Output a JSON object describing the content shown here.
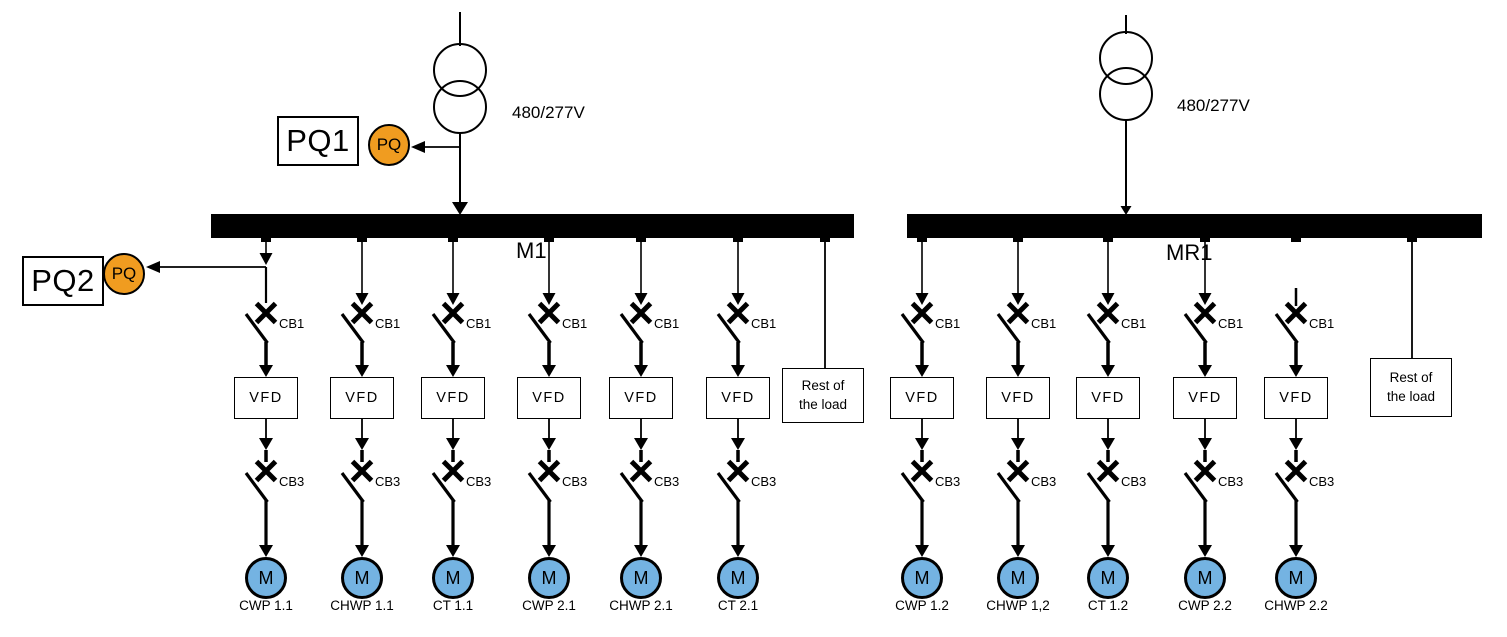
{
  "diagram": {
    "transformers": [
      {
        "id": "left-transformer",
        "voltage_label": "480/277V"
      },
      {
        "id": "right-transformer",
        "voltage_label": "480/277V"
      }
    ],
    "pq_meters": [
      {
        "box_label": "PQ1",
        "circle_label": "PQ"
      },
      {
        "box_label": "PQ2",
        "circle_label": "PQ"
      }
    ],
    "buses": [
      {
        "name": "M1",
        "rest_of_load_label": "Rest of the load",
        "feeders": [
          {
            "breaker_top": "CB1",
            "drive": "VFD",
            "breaker_bottom": "CB3",
            "motor_symbol": "M",
            "load_name": "CWP 1.1"
          },
          {
            "breaker_top": "CB1",
            "drive": "VFD",
            "breaker_bottom": "CB3",
            "motor_symbol": "M",
            "load_name": "CHWP 1.1"
          },
          {
            "breaker_top": "CB1",
            "drive": "VFD",
            "breaker_bottom": "CB3",
            "motor_symbol": "M",
            "load_name": "CT 1.1"
          },
          {
            "breaker_top": "CB1",
            "drive": "VFD",
            "breaker_bottom": "CB3",
            "motor_symbol": "M",
            "load_name": "CWP 2.1"
          },
          {
            "breaker_top": "CB1",
            "drive": "VFD",
            "breaker_bottom": "CB3",
            "motor_symbol": "M",
            "load_name": "CHWP 2.1"
          },
          {
            "breaker_top": "CB1",
            "drive": "VFD",
            "breaker_bottom": "CB3",
            "motor_symbol": "M",
            "load_name": "CT 2.1"
          }
        ]
      },
      {
        "name": "MR1",
        "rest_of_load_label": "Rest of the load",
        "feeders": [
          {
            "breaker_top": "CB1",
            "drive": "VFD",
            "breaker_bottom": "CB3",
            "motor_symbol": "M",
            "load_name": "CWP 1.2"
          },
          {
            "breaker_top": "CB1",
            "drive": "VFD",
            "breaker_bottom": "CB3",
            "motor_symbol": "M",
            "load_name": "CHWP 1,2"
          },
          {
            "breaker_top": "CB1",
            "drive": "VFD",
            "breaker_bottom": "CB3",
            "motor_symbol": "M",
            "load_name": "CT 1.2"
          },
          {
            "breaker_top": "CB1",
            "drive": "VFD",
            "breaker_bottom": "CB3",
            "motor_symbol": "M",
            "load_name": "CWP 2.2"
          },
          {
            "breaker_top": "CB1",
            "drive": "VFD",
            "breaker_bottom": "CB3",
            "motor_symbol": "M",
            "load_name": "CHWP 2.2"
          }
        ]
      }
    ],
    "colors": {
      "pq_meter_fill": "#F09C20",
      "motor_fill": "#74B3E2",
      "line": "#000000"
    }
  }
}
